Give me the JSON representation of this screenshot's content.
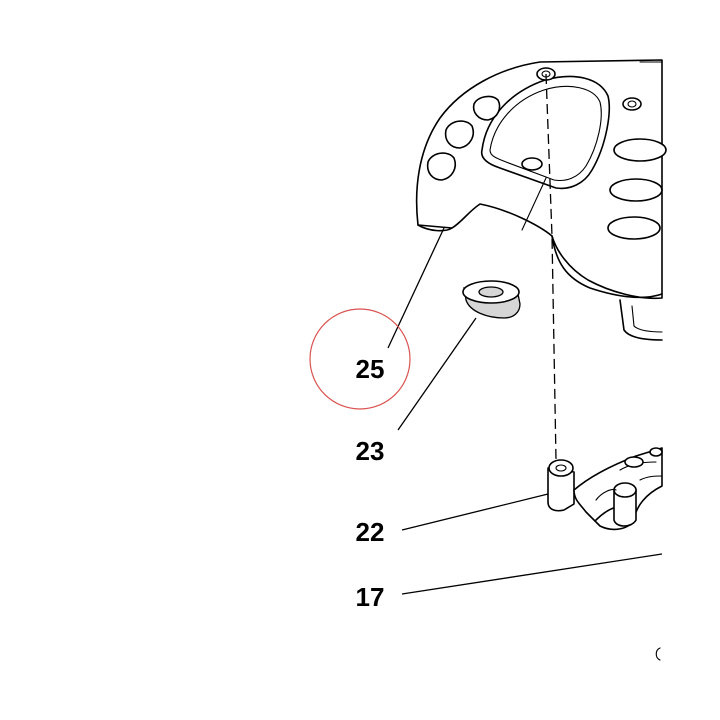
{
  "diagram": {
    "callouts": [
      {
        "id": "25",
        "label": "25",
        "highlighted": true
      },
      {
        "id": "23",
        "label": "23",
        "highlighted": false
      },
      {
        "id": "22",
        "label": "22",
        "highlighted": false
      },
      {
        "id": "17",
        "label": "17",
        "highlighted": false
      }
    ],
    "highlight_color": "#d9534f",
    "line_color": "#000000"
  }
}
